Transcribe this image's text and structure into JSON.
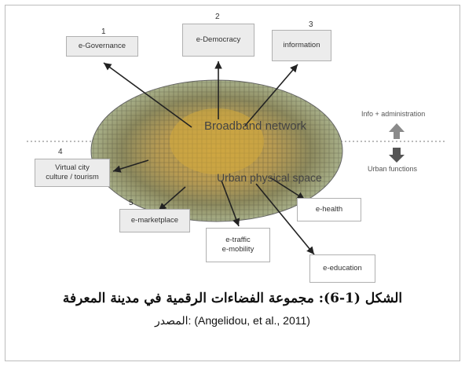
{
  "diagram": {
    "numbers": [
      "1",
      "2",
      "3",
      "4",
      "5"
    ],
    "boxes": {
      "e_governance": "e-Governance",
      "e_democracy": "e-Democracy",
      "information": "information",
      "virtual_city_line1": "Virtual city",
      "virtual_city_line2": "culture / tourism",
      "e_marketplace": "e-marketplace",
      "e_traffic_line1": "e-traffic",
      "e_traffic_line2": "e-mobility",
      "e_health": "e-health",
      "e_education": "e-education"
    },
    "center_labels": {
      "broadband": "Broadband network",
      "physical_space": "Urban physical space"
    },
    "legend": {
      "info_admin": "Info + administration",
      "urban_functions": "Urban functions"
    }
  },
  "caption": {
    "title": "الشكل (1-6): مجموعة الفضاءات الرقمية في مدينة المعرفة",
    "source_prefix": "المصدر: ",
    "source_ref": "(Angelidou, et al., 2011)"
  }
}
